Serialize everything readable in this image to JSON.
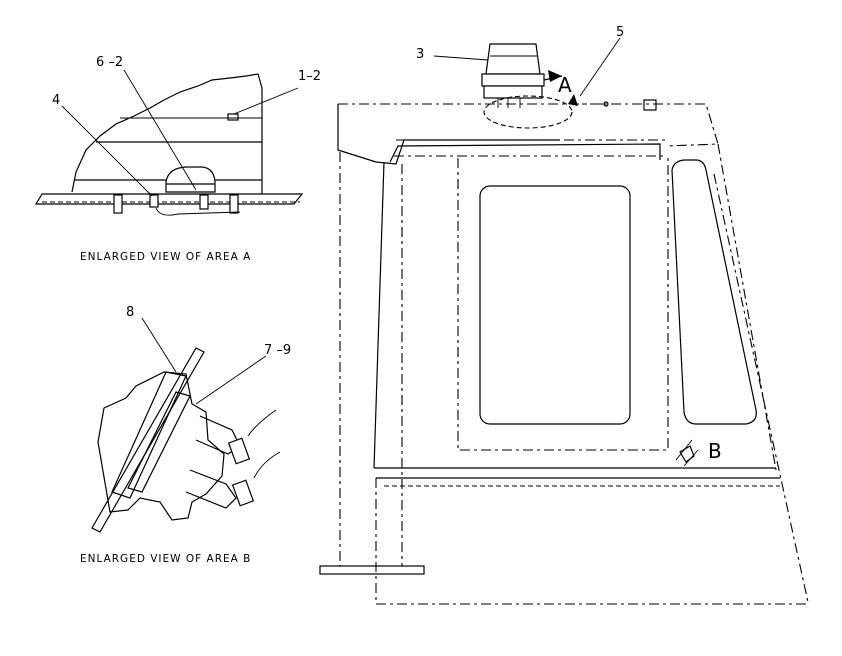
{
  "labels": {
    "part_1_2": "1–2",
    "part_3": "3",
    "part_4": "4",
    "part_5": "5",
    "part_6_2": "6 –2",
    "part_7_9": "7 –9",
    "part_8": "8",
    "area_a": "A",
    "area_b": "B"
  },
  "captions": {
    "view_a": "ENLARGED VIEW OF AREA A",
    "view_b": "ENLARGED VIEW OF AREA B"
  }
}
